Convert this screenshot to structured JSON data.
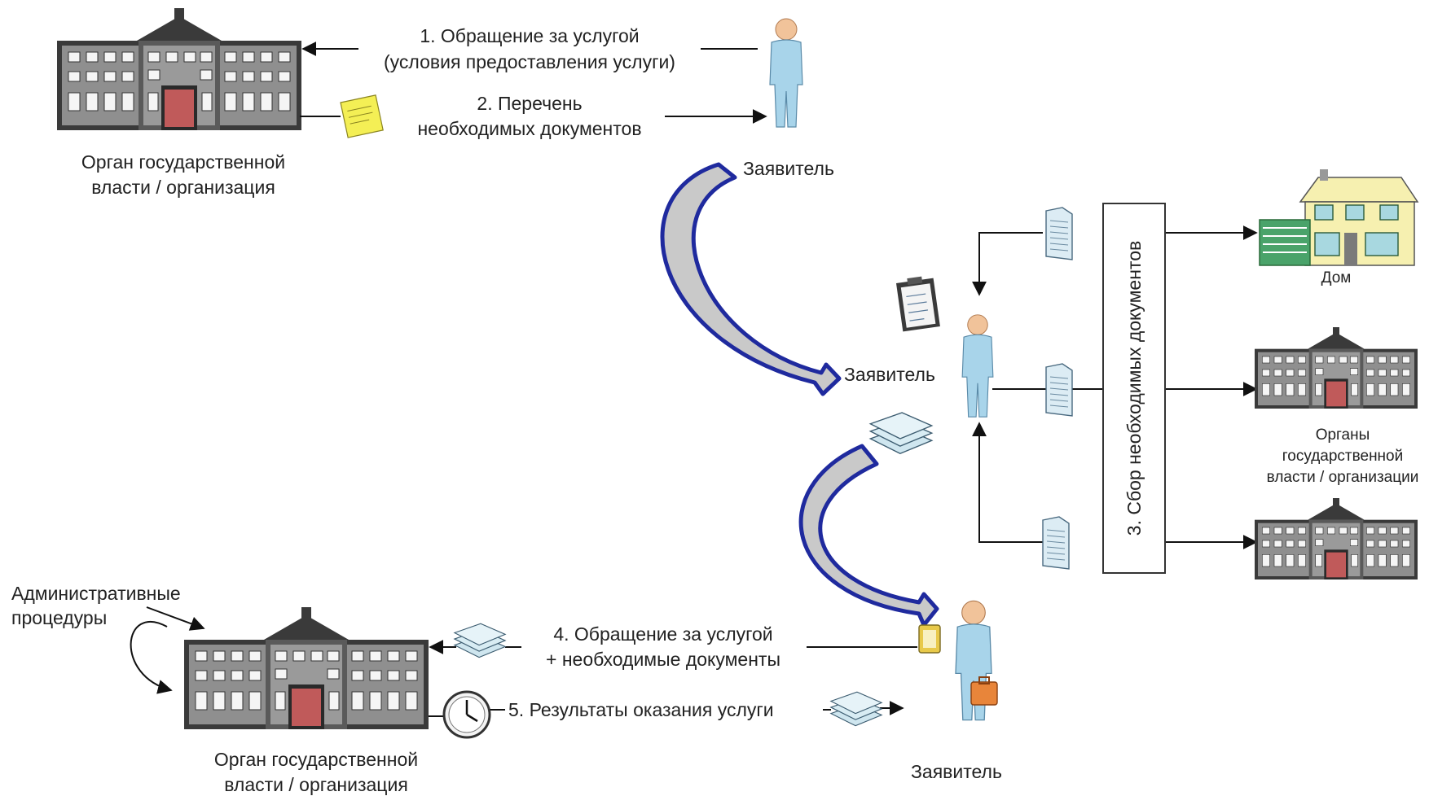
{
  "steps": {
    "step1_line1": "1. Обращение за услугой",
    "step1_line2": "(условия предоставления услуги)",
    "step2_line1": "2. Перечень",
    "step2_line2": "необходимых документов",
    "step3": "3. Сбор необходимых документов",
    "step4_line1": "4. Обращение за услугой",
    "step4_line2": "+ необходимые документы",
    "step5": "5. Результаты оказания услуги"
  },
  "nodes": {
    "org_top_line1": "Орган государственной",
    "org_top_line2": "власти / организация",
    "applicant_top": "Заявитель",
    "applicant_mid": "Заявитель",
    "applicant_bottom": "Заявитель",
    "home": "Дом",
    "orgs_right_line1": "Органы",
    "orgs_right_line2": "государственной",
    "orgs_right_line3": "власти / организации",
    "admin_line1": "Административные",
    "admin_line2": "процедуры",
    "org_bottom_line1": "Орган государственной",
    "org_bottom_line2": "власти / организация"
  },
  "colors": {
    "curve_outline": "#1f2a9e",
    "curve_fill": "#c9c9c9",
    "person": "#a8d4ea",
    "person_head": "#f1c39a",
    "building": "#3a3a3a",
    "home_roof": "#f6f0b0",
    "home_wall": "#4aa36a",
    "note": "#f4ef55"
  },
  "icons": [
    "building-icon",
    "person-icon",
    "sticky-note-icon",
    "document-icon",
    "clipboard-icon",
    "document-stack-icon",
    "clock-icon",
    "house-icon",
    "briefcase-icon",
    "curved-arrow-icon"
  ]
}
